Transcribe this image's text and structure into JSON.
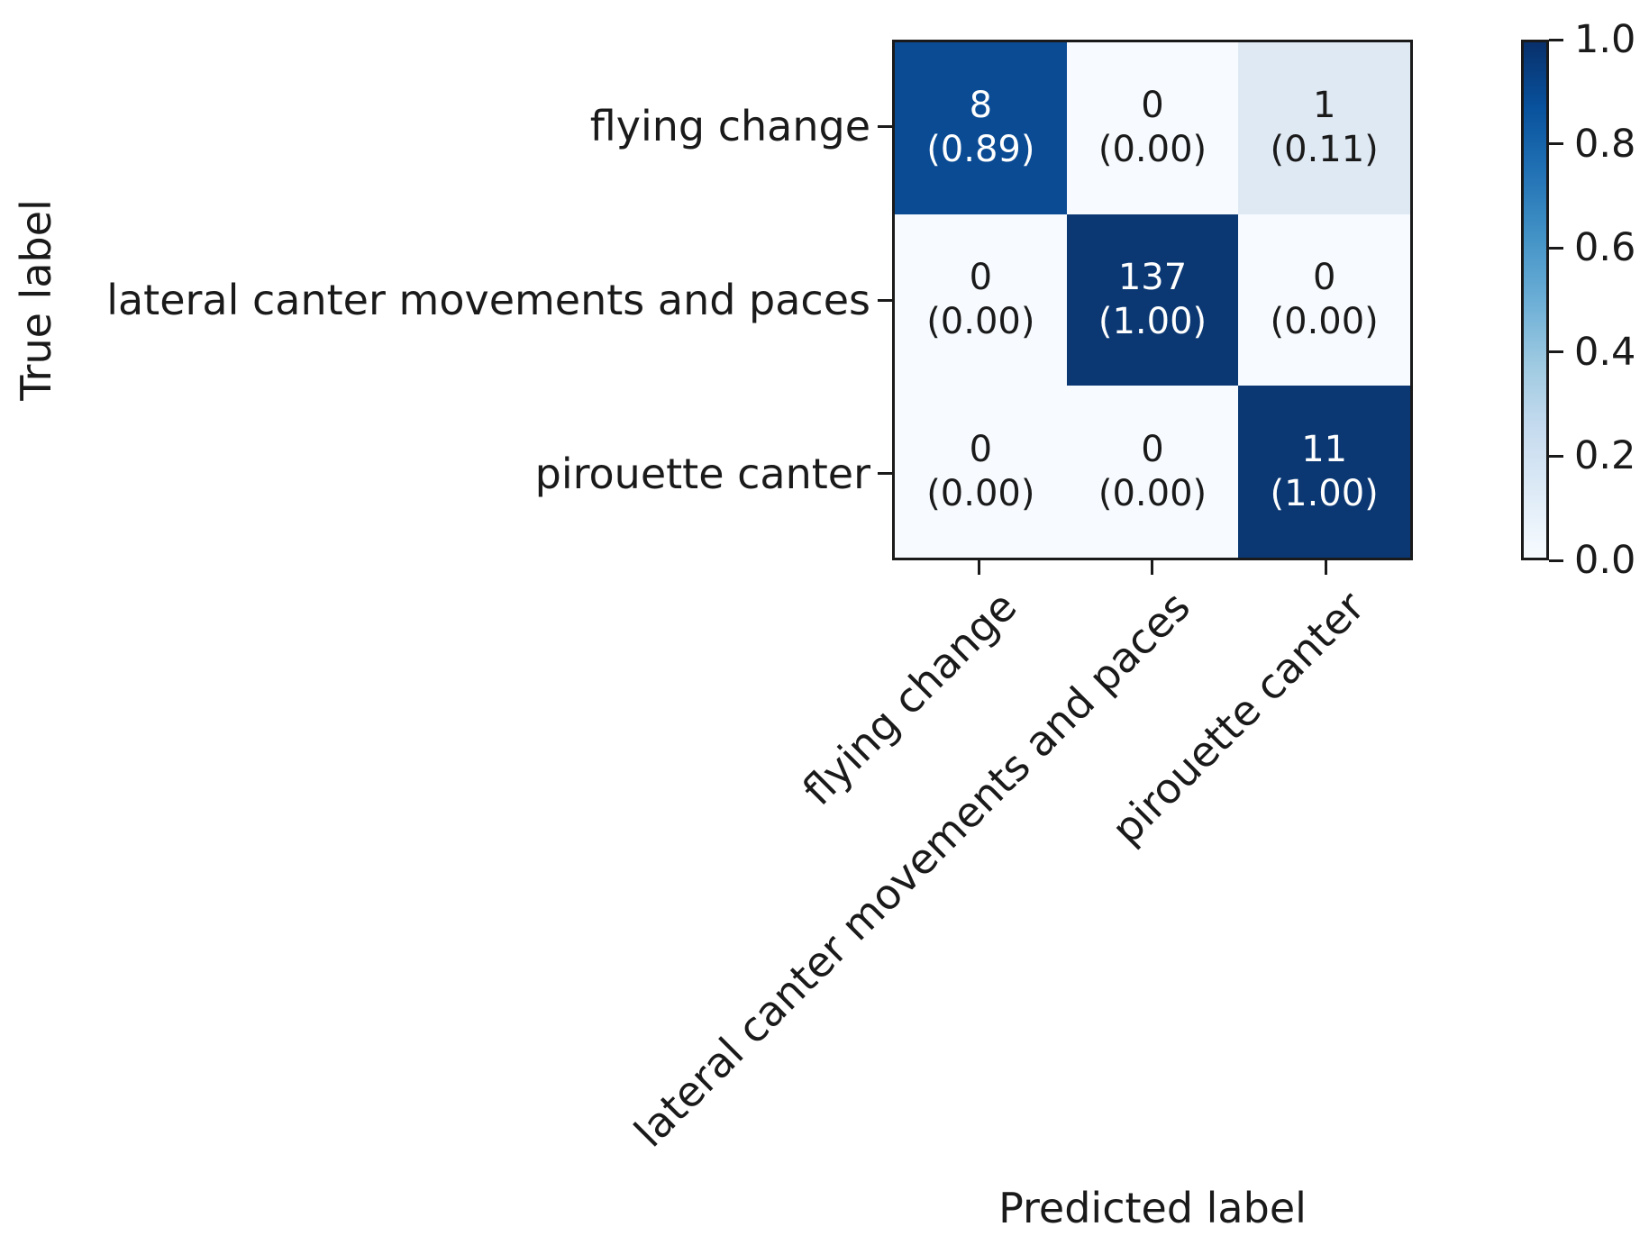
{
  "chart_data": {
    "type": "heatmap",
    "title": "",
    "xlabel": "Predicted label",
    "ylabel": "True label",
    "classes": [
      "flying change",
      "lateral canter movements and paces",
      "pirouette canter"
    ],
    "counts": [
      [
        8,
        0,
        1
      ],
      [
        0,
        137,
        0
      ],
      [
        0,
        0,
        11
      ]
    ],
    "normalized": [
      [
        0.89,
        0.0,
        0.11
      ],
      [
        0.0,
        1.0,
        0.0
      ],
      [
        0.0,
        0.0,
        1.0
      ]
    ],
    "cells": [
      {
        "count": "8",
        "norm": "(0.89)",
        "bg": "#0a4b94",
        "fg": "#ffffff"
      },
      {
        "count": "0",
        "norm": "(0.00)",
        "bg": "#f7fbff",
        "fg": "#1a1a1a"
      },
      {
        "count": "1",
        "norm": "(0.11)",
        "bg": "#dfe9f4",
        "fg": "#1a1a1a"
      },
      {
        "count": "0",
        "norm": "(0.00)",
        "bg": "#f7fbff",
        "fg": "#1a1a1a"
      },
      {
        "count": "137",
        "norm": "(1.00)",
        "bg": "#0b3873",
        "fg": "#ffffff"
      },
      {
        "count": "0",
        "norm": "(0.00)",
        "bg": "#f7fbff",
        "fg": "#1a1a1a"
      },
      {
        "count": "0",
        "norm": "(0.00)",
        "bg": "#f7fbff",
        "fg": "#1a1a1a"
      },
      {
        "count": "0",
        "norm": "(0.00)",
        "bg": "#f7fbff",
        "fg": "#1a1a1a"
      },
      {
        "count": "11",
        "norm": "(1.00)",
        "bg": "#0b3873",
        "fg": "#ffffff"
      }
    ],
    "colorbar": {
      "min": 0.0,
      "max": 1.0,
      "ticks": [
        {
          "label": "0.0",
          "value": 0.0
        },
        {
          "label": "0.2",
          "value": 0.2
        },
        {
          "label": "0.4",
          "value": 0.4
        },
        {
          "label": "0.6",
          "value": 0.6
        },
        {
          "label": "0.8",
          "value": 0.8
        },
        {
          "label": "1.0",
          "value": 1.0
        }
      ],
      "gradient_stops": [
        "#f7fbff",
        "#deebf7",
        "#c6dbef",
        "#9ecae1",
        "#6baed6",
        "#4292c6",
        "#2171b5",
        "#08519c",
        "#08306b"
      ]
    },
    "legend": "none",
    "grid": false
  }
}
